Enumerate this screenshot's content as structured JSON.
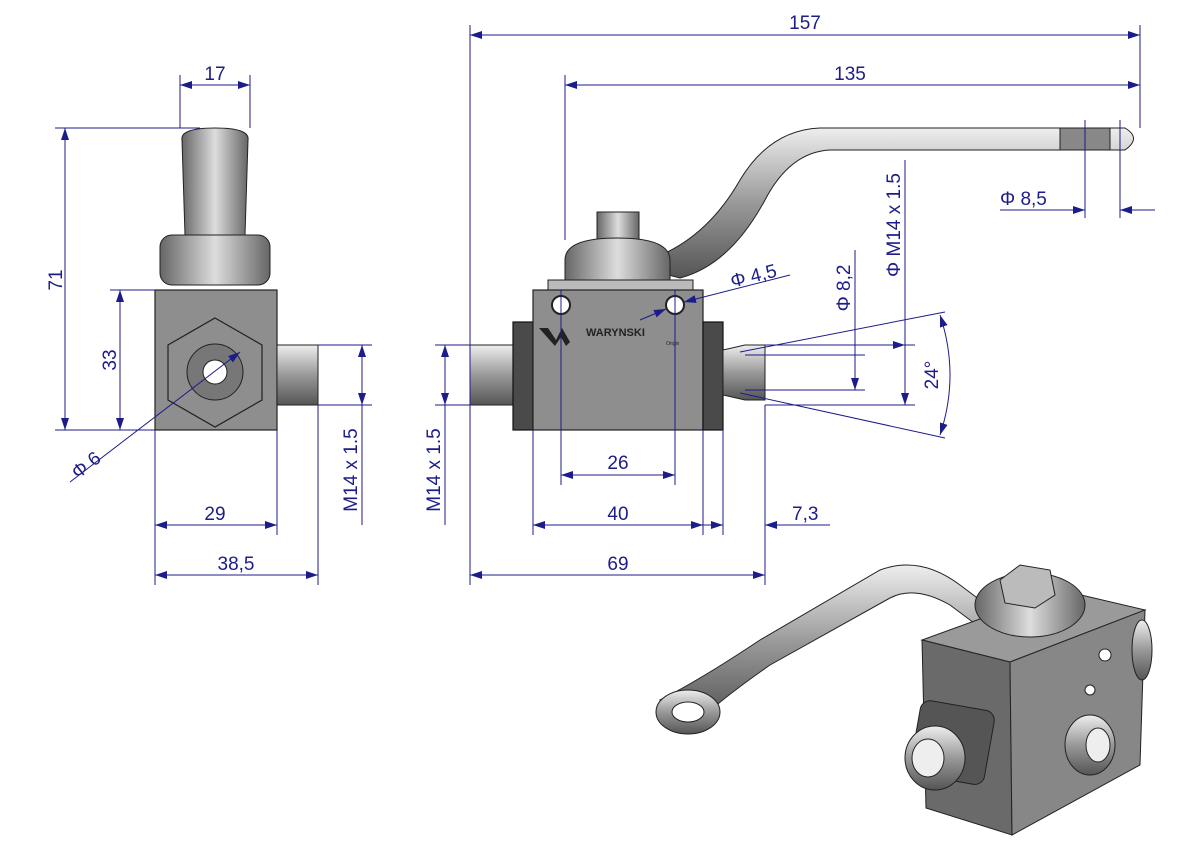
{
  "title": "Ball valve technical drawing",
  "colors": {
    "dimension": "#1c1c8a",
    "body": "#8e8e8e"
  },
  "logo": {
    "brand": "WARYNSKI",
    "sub": "Origin"
  },
  "side_view": {
    "handle_width": "17",
    "total_height": "71",
    "body_height": "33",
    "bore": "Φ 6",
    "body_width": "29",
    "overall_width": "38,5",
    "thread": "M14 x 1.5"
  },
  "front_view": {
    "overall_length": "157",
    "handle_length": "135",
    "handle_hole": "Φ 8,5",
    "thread_dia": "Φ M14 x 1.5",
    "bore_dia": "Φ 8,2",
    "mount_holes": "Φ 4,5",
    "cone_angle": "24°",
    "hole_spacing": "26",
    "body_length": "40",
    "port_length": "7,3",
    "total_length": "69",
    "thread_left": "M14 x 1.5"
  }
}
